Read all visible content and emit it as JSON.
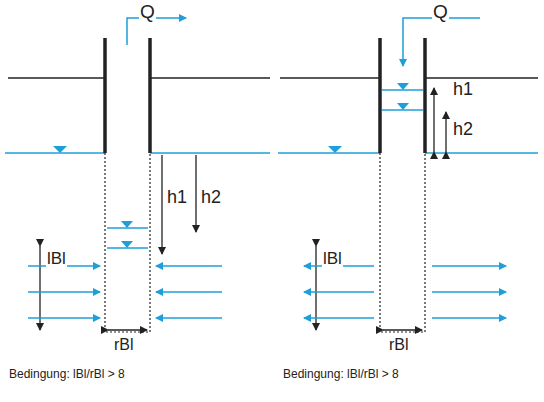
{
  "diagram": {
    "labels": [
      "Q",
      "h1",
      "h2",
      "lBl",
      "rBl",
      "Bedingung: lBl/rBl > 8",
      "Q",
      "h1",
      "h2",
      "lBl",
      "rBl",
      "Bedingung: lBl/rBl > 8"
    ]
  }
}
